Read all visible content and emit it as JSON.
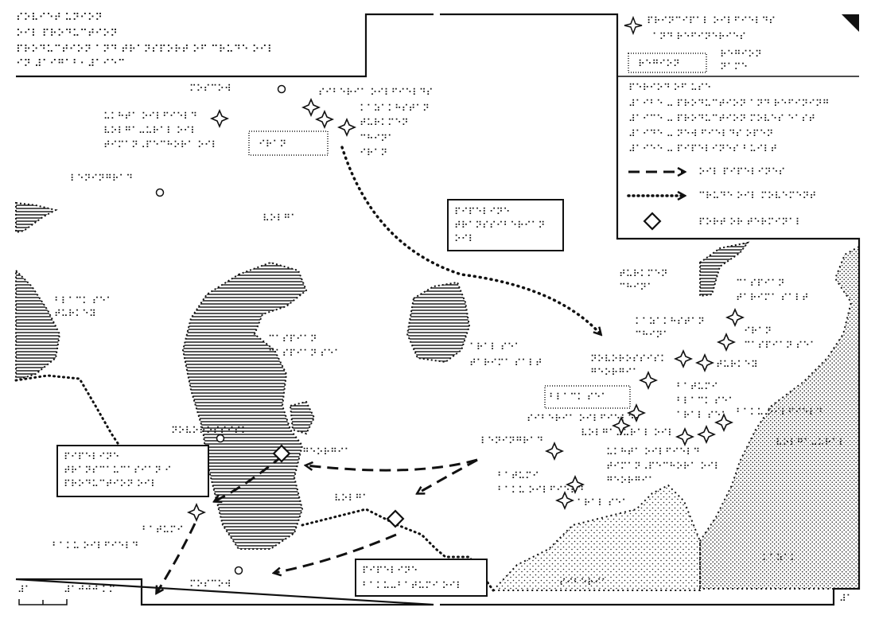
{
  "title_block": {
    "lines": [
      "⠎⠕⠧⠊⠑⠞ ⠥⠝⠊⠕⠝",
      "⠕⠊⠇ ⠏⠗⠕⠙⠥⠉⠞⠊⠕⠝",
      "⠏⠗⠕⠙⠥⠉⠞⠊⠕⠝ ⠁⠝⠙ ⠞⠗⠁⠝⠎⠏⠕⠗⠞ ⠕⠋ ⠉⠗⠥⠙⠑ ⠕⠊⠇",
      "⠊⠝ ⠼⠁⠊⠛⠁⠃⠂⠼⠁⠊⠑⠉"
    ]
  },
  "legend": {
    "star_label": [
      "⠏⠗⠊⠝⠉⠊⠏⠁⠇ ⠕⠊⠇⠋⠊⠑⠇⠙⠎",
      "⠁⠝⠙ ⠗⠑⠋⠊⠝⠑⠗⠊⠑⠎"
    ],
    "box_label": [
      "⠗⠑⠛⠊⠕⠝",
      "⠝⠁⠍⠑"
    ],
    "box_sample": "⠗⠑⠛⠊⠕⠝",
    "periods_heading": "⠏⠑⠗⠊⠕⠙ ⠕⠋ ⠥⠎⠑",
    "periods": [
      "⠼⠁⠊⠃⠑ ⠤ ⠏⠗⠕⠙⠥⠉⠞⠊⠕⠝ ⠁⠝⠙ ⠗⠑⠋⠊⠝⠊⠝⠛",
      "⠼⠁⠊⠉⠑ ⠤ ⠏⠗⠕⠙⠥⠉⠞⠊⠕⠝ ⠍⠕⠧⠑⠎ ⠑⠁⠎⠞",
      "⠼⠁⠊⠙⠑ ⠤ ⠝⠑⠺ ⠋⠊⠑⠇⠙⠎ ⠕⠏⠑⠝",
      "⠼⠁⠊⠑⠑ ⠤ ⠏⠊⠏⠑⠇⠊⠝⠑⠎ ⠃⠥⠊⠇⠞"
    ],
    "dashed_label": "⠕⠊⠇ ⠏⠊⠏⠑⠇⠊⠝⠑⠎",
    "dotted_label": "⠉⠗⠥⠙⠑ ⠕⠊⠇ ⠍⠕⠧⠑⠍⠑⠝⠞",
    "diamond_label": "⠏⠕⠗⠞ ⠕⠗ ⠞⠑⠗⠍⠊⠝⠁⠇"
  },
  "map": {
    "places": [
      {
        "id": "p1",
        "text": "⠍⠕⠎⠉⠕⠺"
      },
      {
        "id": "p2",
        "text": "⠇⠑⠝⠊⠝⠛⠗⠁⠙"
      },
      {
        "id": "p3",
        "text": "⠥⠅⠓⠞⠁ ⠕⠊⠇⠋⠊⠑⠇⠙"
      },
      {
        "id": "p4",
        "text": "⠞⠊⠍⠁⠝⠠⠏⠑⠉⠓⠕⠗⠁ ⠕⠊⠇"
      },
      {
        "id": "p5",
        "text": "⠉⠁⠎⠏⠊⠁⠝"
      },
      {
        "id": "p6",
        "text": "⠞⠁⠗⠊⠍⠁ ⠎⠁⠇⠞"
      },
      {
        "id": "p7",
        "text": "⠧⠕⠇⠛⠁"
      },
      {
        "id": "p8",
        "text": "⠃⠇⠁⠉⠅ ⠎⠑⠁"
      },
      {
        "id": "p9",
        "text": "⠁⠗⠁⠇ ⠎⠑⠁"
      },
      {
        "id": "p10",
        "text": "⠃⠁⠅⠥ ⠕⠊⠇⠋⠊⠑⠇⠙"
      },
      {
        "id": "p11",
        "text": "⠎⠊⠃⠑⠗⠊⠁ ⠕⠊⠇⠋⠊⠑⠇⠙⠎"
      },
      {
        "id": "p12",
        "text": "⠧⠕⠇⠛⠁⠤⠥⠗⠁⠇ ⠕⠊⠇"
      },
      {
        "id": "p13",
        "text": "⠅⠁⠵⠁⠅⠓⠎⠞⠁⠝"
      },
      {
        "id": "p14",
        "text": "⠞⠥⠗⠅⠍⠑⠝"
      },
      {
        "id": "p15",
        "text": "⠉⠓⠊⠝⠁"
      },
      {
        "id": "p16",
        "text": "⠊⠗⠁⠝"
      },
      {
        "id": "p17",
        "text": "⠉⠁⠎⠏⠊⠁⠝ ⠎⠑⠁"
      },
      {
        "id": "p18",
        "text": "⠞⠥⠗⠅⠑⠽"
      },
      {
        "id": "p19",
        "text": "⠝⠕⠧⠕⠗⠕⠎⠎⠊⠎⠅"
      },
      {
        "id": "p20",
        "text": "⠛⠑⠕⠗⠛⠊⠁"
      },
      {
        "id": "p21",
        "text": "⠃⠁⠞⠥⠍⠊"
      }
    ],
    "callouts": {
      "north": [
        "⠏⠊⠏⠑⠇⠊⠝⠑",
        "⠞⠗⠁⠝⠎⠎⠊⠃⠑⠗⠊⠁⠝",
        "⠕⠊⠇"
      ],
      "west": [
        "⠏⠊⠏⠑⠇⠊⠝⠑",
        "⠞⠗⠁⠝⠎⠉⠁⠥⠉⠁⠎⠊⠁⠝ ⠊",
        "⠏⠗⠕⠙⠥⠉⠞⠊⠕⠝ ⠕⠊⠇"
      ],
      "south": [
        "⠏⠊⠏⠑⠇⠊⠝⠑",
        "⠃⠁⠅⠥⠤⠃⠁⠞⠥⠍⠊ ⠕⠊⠇"
      ]
    },
    "regions": [
      "⠎⠊⠃⠑⠗⠊⠁",
      "⠧⠕⠇⠛⠁⠤⠥⠗⠁⠇",
      "⠅⠁⠵⠁⠅"
    ],
    "scale": {
      "left": "⠼⠁",
      "right": "⠼⠁⠚⠚⠚ ⠅⠍"
    },
    "page_number": "⠼⠁"
  },
  "colors": {
    "ink": "#111111",
    "paper": "#ffffff"
  }
}
